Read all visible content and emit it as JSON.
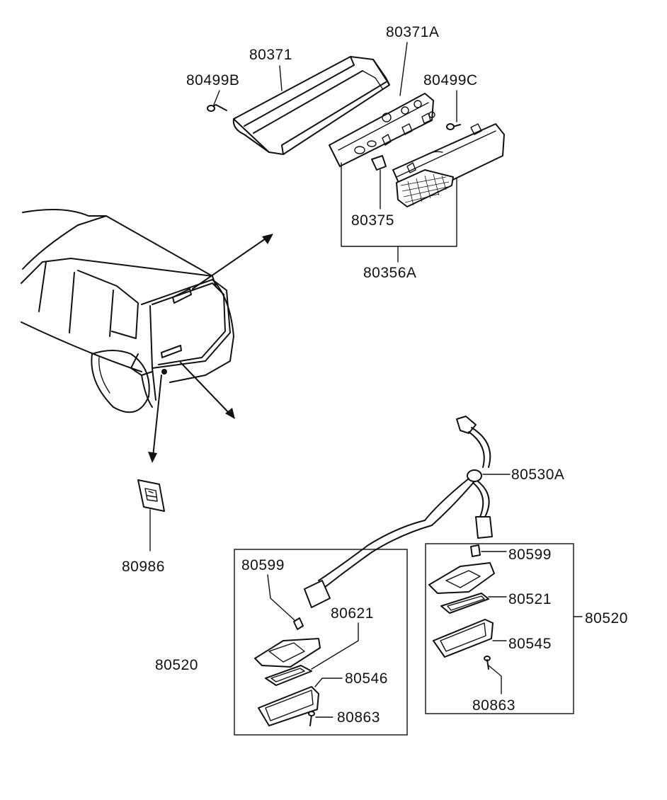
{
  "labels": {
    "p80371A": "80371A",
    "p80371": "80371",
    "p80499B": "80499B",
    "p80499C": "80499C",
    "p80375": "80375",
    "p80356A": "80356A",
    "p80986": "80986",
    "p80530A": "80530A",
    "left_80599": "80599",
    "left_80621": "80621",
    "left_80520": "80520",
    "left_80546": "80546",
    "left_80863": "80863",
    "right_80599": "80599",
    "right_80521": "80521",
    "right_80520": "80520",
    "right_80545": "80545",
    "right_80863": "80863"
  },
  "colors": {
    "line": "#111111",
    "background": "#ffffff"
  }
}
